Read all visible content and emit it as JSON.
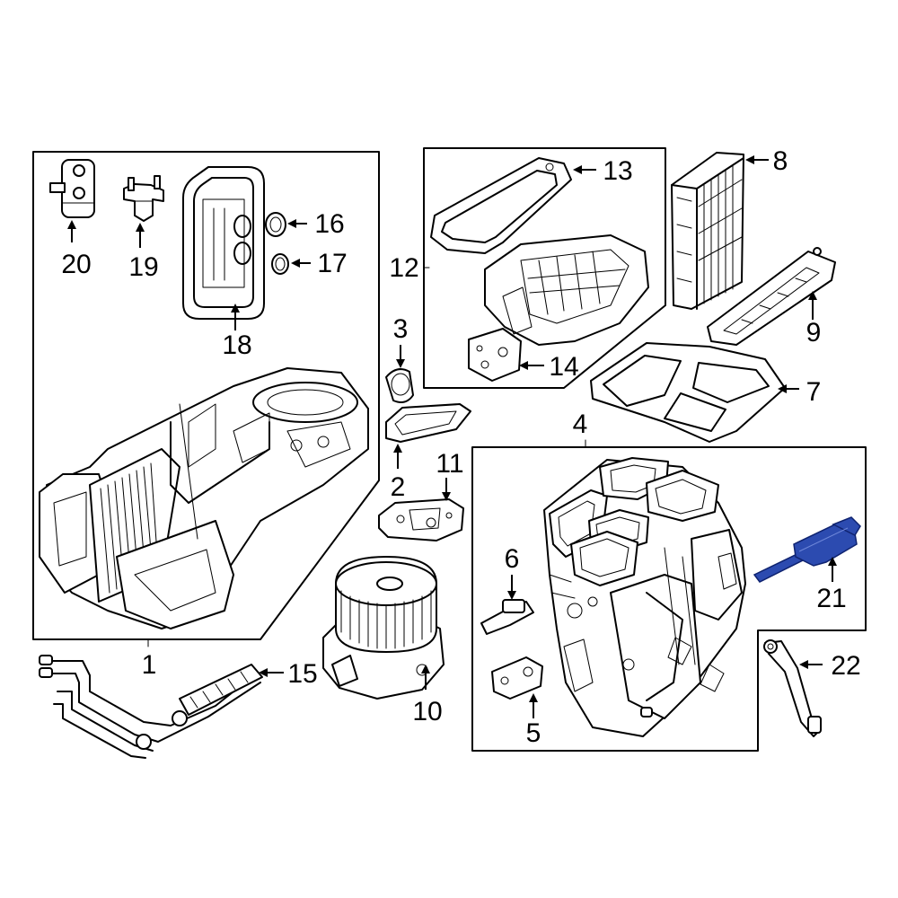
{
  "highlight_color": "#2c4bb0",
  "callouts": {
    "c1": "1",
    "c2": "2",
    "c3": "3",
    "c4": "4",
    "c5": "5",
    "c6": "6",
    "c7": "7",
    "c8": "8",
    "c9": "9",
    "c10": "10",
    "c11": "11",
    "c12": "12",
    "c13": "13",
    "c14": "14",
    "c15": "15",
    "c16": "16",
    "c17": "17",
    "c18": "18",
    "c19": "19",
    "c20": "20",
    "c21": "21",
    "c22": "22"
  },
  "highlighted_part": "21"
}
